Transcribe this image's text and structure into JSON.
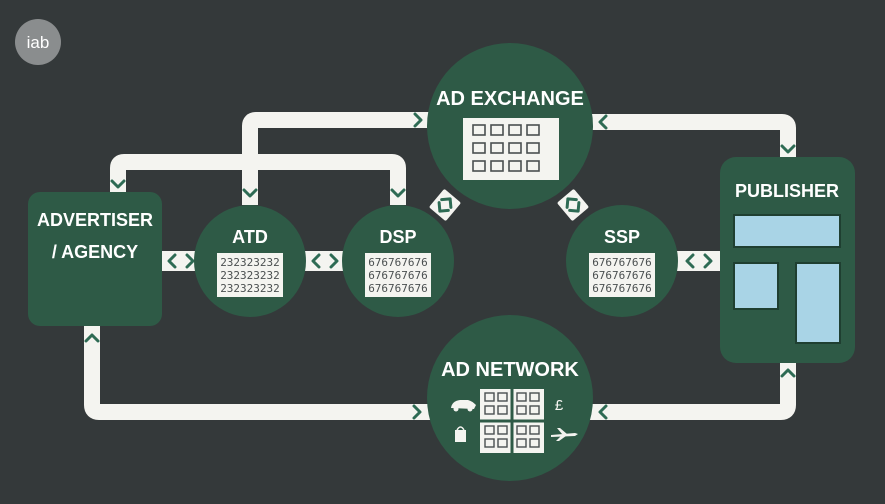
{
  "logo": {
    "text": "iab"
  },
  "nodes": {
    "advertiser": {
      "line1": "ADVERTISER",
      "line2": "/ AGENCY"
    },
    "atd": {
      "label": "ATD",
      "digits": [
        "232323232",
        "232323232",
        "232323232"
      ]
    },
    "dsp": {
      "label": "DSP",
      "digits": [
        "676767676",
        "676767676",
        "676767676"
      ]
    },
    "ad_exchange": {
      "label": "AD EXCHANGE"
    },
    "ssp": {
      "label": "SSP",
      "digits": [
        "676767676",
        "676767676",
        "676767676"
      ]
    },
    "publisher": {
      "label": "PUBLISHER"
    },
    "ad_network": {
      "label": "AD NETWORK",
      "currency_symbol": "£"
    }
  },
  "icons": [
    "car-icon",
    "shopping-bag-icon",
    "pound-icon",
    "airplane-icon",
    "grid-icon"
  ],
  "colors": {
    "background": "#34393a",
    "node_green": "#2e5a46",
    "connector": "#f4f4f0",
    "arrow": "#2e6b54",
    "screen_blue": "#a9d4e6",
    "logo_gray": "#8a8d8e"
  }
}
